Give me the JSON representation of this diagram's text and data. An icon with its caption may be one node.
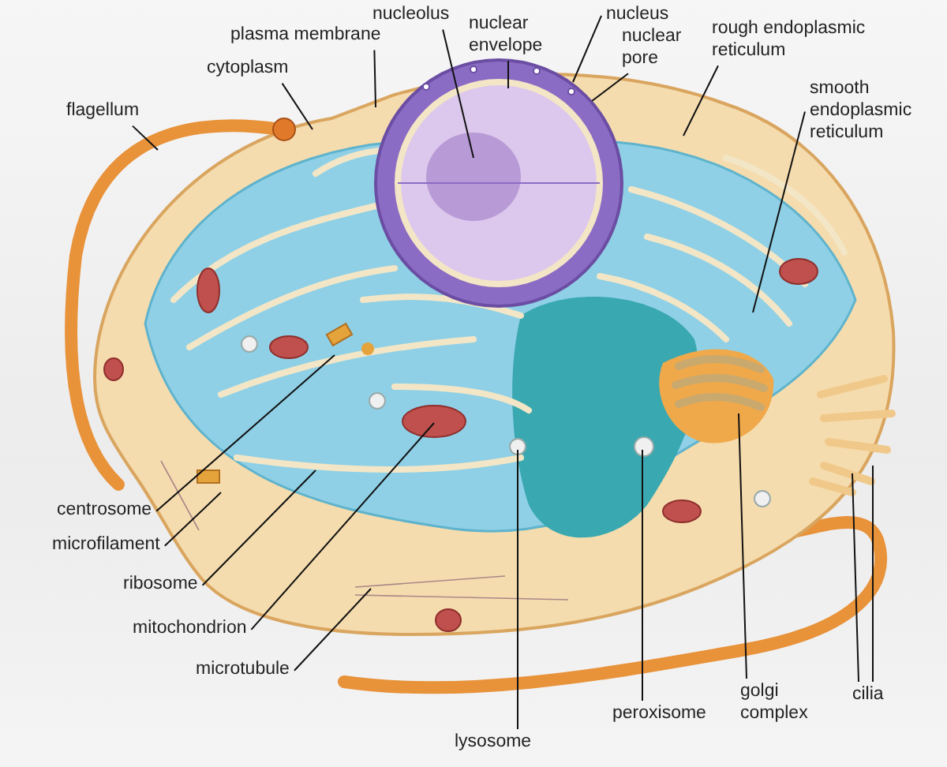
{
  "diagram": {
    "nodes": [
      {
        "text": [
          "nucleolus"
        ]
      },
      {
        "text": [
          "nuclear envelope"
        ]
      },
      {
        "text": [
          "nucleus"
        ]
      },
      {
        "text": [
          "nuclear pore"
        ]
      },
      {
        "text": [
          "plasma membrane"
        ]
      },
      {
        "text": [
          "cytoplasm"
        ]
      },
      {
        "text": [
          "rough endoplasmic reticulum"
        ]
      },
      {
        "text": [
          "smooth endoplasmic reticulum"
        ]
      },
      {
        "text": [
          "flagellum"
        ]
      },
      {
        "text": [
          "centrosome"
        ]
      },
      {
        "text": [
          "microfilament"
        ]
      },
      {
        "text": [
          "ribosome"
        ]
      },
      {
        "text": [
          "mitochondrion"
        ]
      },
      {
        "text": [
          "microtubule"
        ]
      },
      {
        "text": [
          "lysosome"
        ]
      },
      {
        "text": [
          "peroxisome"
        ]
      },
      {
        "text": [
          "golgi complex"
        ]
      },
      {
        "text": [
          "cilia"
        ]
      }
    ],
    "edges": [
      {
        "from": 0,
        "to": null,
        "arrow": "none"
      },
      {
        "from": 1,
        "to": null,
        "arrow": "none"
      },
      {
        "from": 2,
        "to": null,
        "arrow": "none"
      },
      {
        "from": 3,
        "to": null,
        "arrow": "none"
      },
      {
        "from": 4,
        "to": null,
        "arrow": "none"
      },
      {
        "from": 5,
        "to": null,
        "arrow": "none"
      },
      {
        "from": 6,
        "to": null,
        "arrow": "none"
      },
      {
        "from": 7,
        "to": null,
        "arrow": "none"
      },
      {
        "from": 8,
        "to": null,
        "arrow": "none"
      },
      {
        "from": 9,
        "to": null,
        "arrow": "none"
      },
      {
        "from": 10,
        "to": null,
        "arrow": "none"
      },
      {
        "from": 11,
        "to": null,
        "arrow": "none"
      },
      {
        "from": 12,
        "to": null,
        "arrow": "none"
      },
      {
        "from": 13,
        "to": null,
        "arrow": "none"
      },
      {
        "from": 14,
        "to": null,
        "arrow": "none"
      },
      {
        "from": 15,
        "to": null,
        "arrow": "none"
      },
      {
        "from": 16,
        "to": null,
        "arrow": "none"
      },
      {
        "from": 17,
        "to": null,
        "arrow": "none"
      },
      {
        "from": 17,
        "to": null,
        "arrow": "none"
      }
    ]
  }
}
